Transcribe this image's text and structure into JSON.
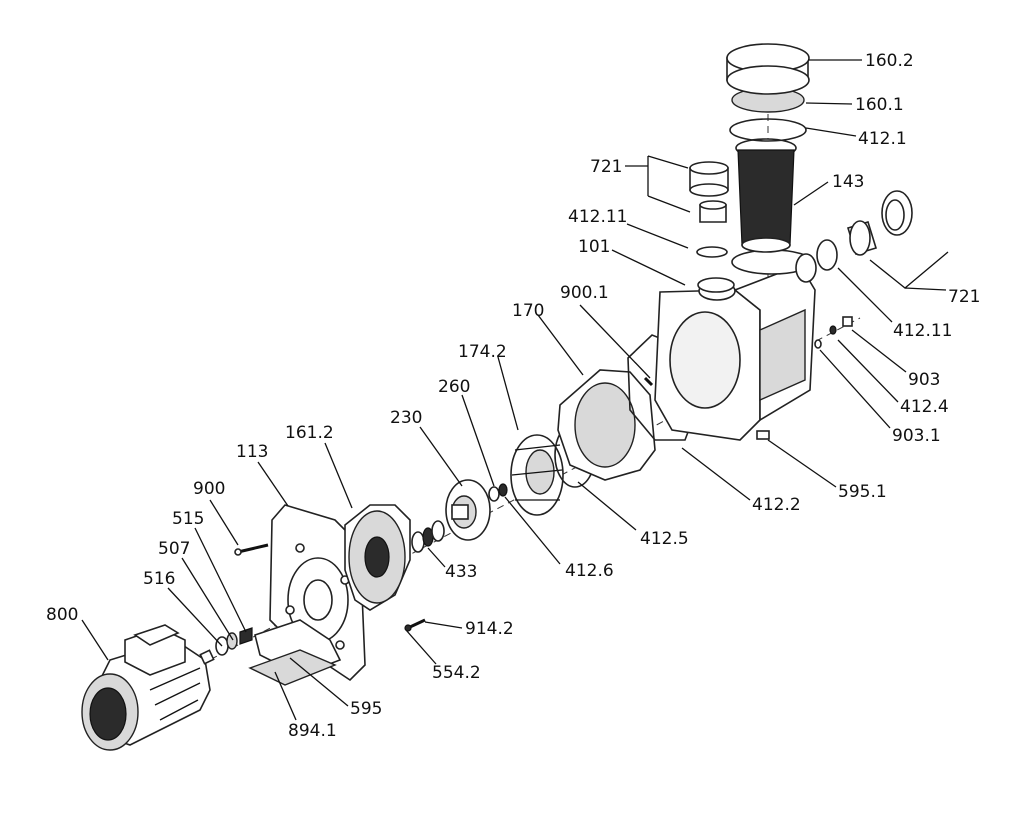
{
  "labels": {
    "p160_2": "160.2",
    "p160_1": "160.1",
    "p412_1": "412.1",
    "p143": "143",
    "p721_top": "721",
    "p412_11_left": "412.11",
    "p101": "101",
    "p721_right": "721",
    "p412_11_right": "412.11",
    "p900_1": "900.1",
    "p170": "170",
    "p174_2": "174.2",
    "p260": "260",
    "p230": "230",
    "p161_2": "161.2",
    "p113": "113",
    "p900": "900",
    "p515": "515",
    "p507": "507",
    "p516": "516",
    "p800": "800",
    "p903": "903",
    "p412_4": "412.4",
    "p903_1": "903.1",
    "p595_1": "595.1",
    "p412_2": "412.2",
    "p412_5": "412.5",
    "p433": "433",
    "p412_6": "412.6",
    "p914_2": "914.2",
    "p554_2": "554.2",
    "p595": "595",
    "p894_1": "894.1"
  }
}
